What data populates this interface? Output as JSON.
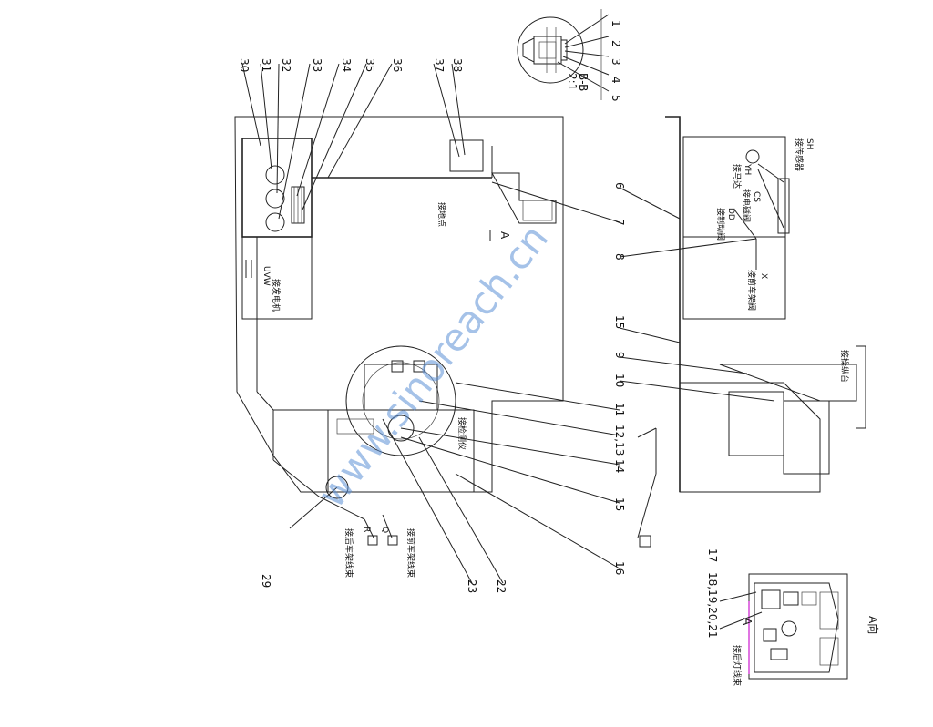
{
  "watermark": "www.sinoreach.cn",
  "section_label": "B-B",
  "section_scale": "2:1",
  "view_marker": "A",
  "view_caption": "A向",
  "ref_numbers_top": [
    "1",
    "2",
    "3",
    "4",
    "5"
  ],
  "ref_numbers_right": [
    "6",
    "7",
    "8",
    "15",
    "9",
    "10",
    "11",
    "12,13",
    "14",
    "15",
    "16"
  ],
  "ref_numbers_left": [
    "30",
    "31",
    "32",
    "33",
    "34",
    "35",
    "36",
    "37",
    "38"
  ],
  "ref_numbers_bottom": [
    "29",
    "23",
    "22"
  ],
  "ref_numbers_view_a": [
    "17",
    "18,19,20,21"
  ],
  "notes": {
    "grounding": "接地点",
    "to_detector": "接检测仪",
    "rear_light": "接后灯线束",
    "to_front_harness": "接前车架线束",
    "to_rear_harness": "接后车架线束",
    "tag_uvw": "UVW",
    "tag_r": "R",
    "tag_q": "Q",
    "tag_x": "X",
    "tag_sh": "SH",
    "tag_yh": "YH",
    "tag_cs": "CS",
    "tag_dd": "DD",
    "to_generator": "接发电机",
    "to_sensor": "接传感器",
    "to_motor": "接马达",
    "to_valve": "接电磁阀",
    "to_front_valve": "接前车架阀",
    "to_operator": "接操纵台",
    "to_brake": "接制动阀"
  }
}
